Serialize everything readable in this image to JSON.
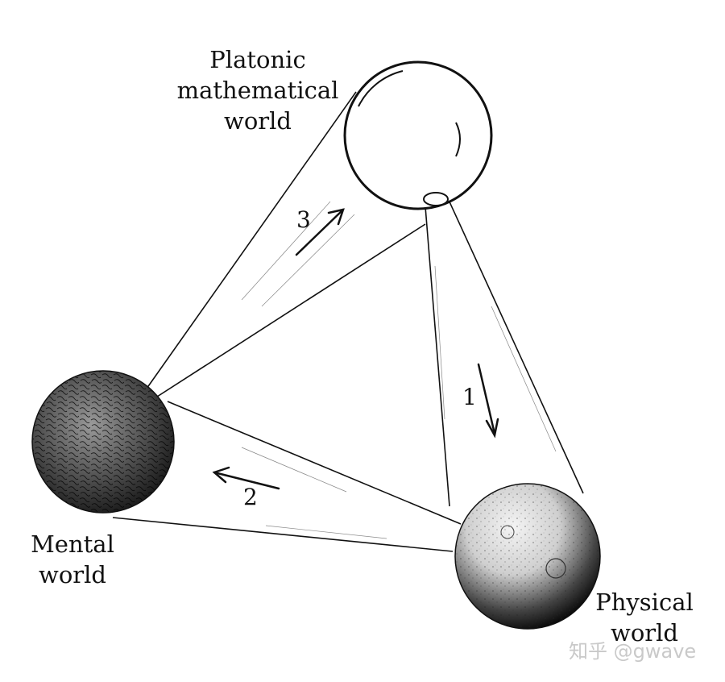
{
  "worlds": {
    "platonic": {
      "line1": "Platonic",
      "line2": "mathematical",
      "line3": "world"
    },
    "mental": {
      "line1": "Mental",
      "line2": "world"
    },
    "physical": {
      "line1": "Physical",
      "line2": "world"
    }
  },
  "arrows": {
    "one": "1",
    "two": "2",
    "three": "3"
  },
  "watermark": "知乎 @gwave",
  "colors": {
    "ink": "#111111",
    "background": "#ffffff",
    "watermark": "#c9c9c9"
  }
}
